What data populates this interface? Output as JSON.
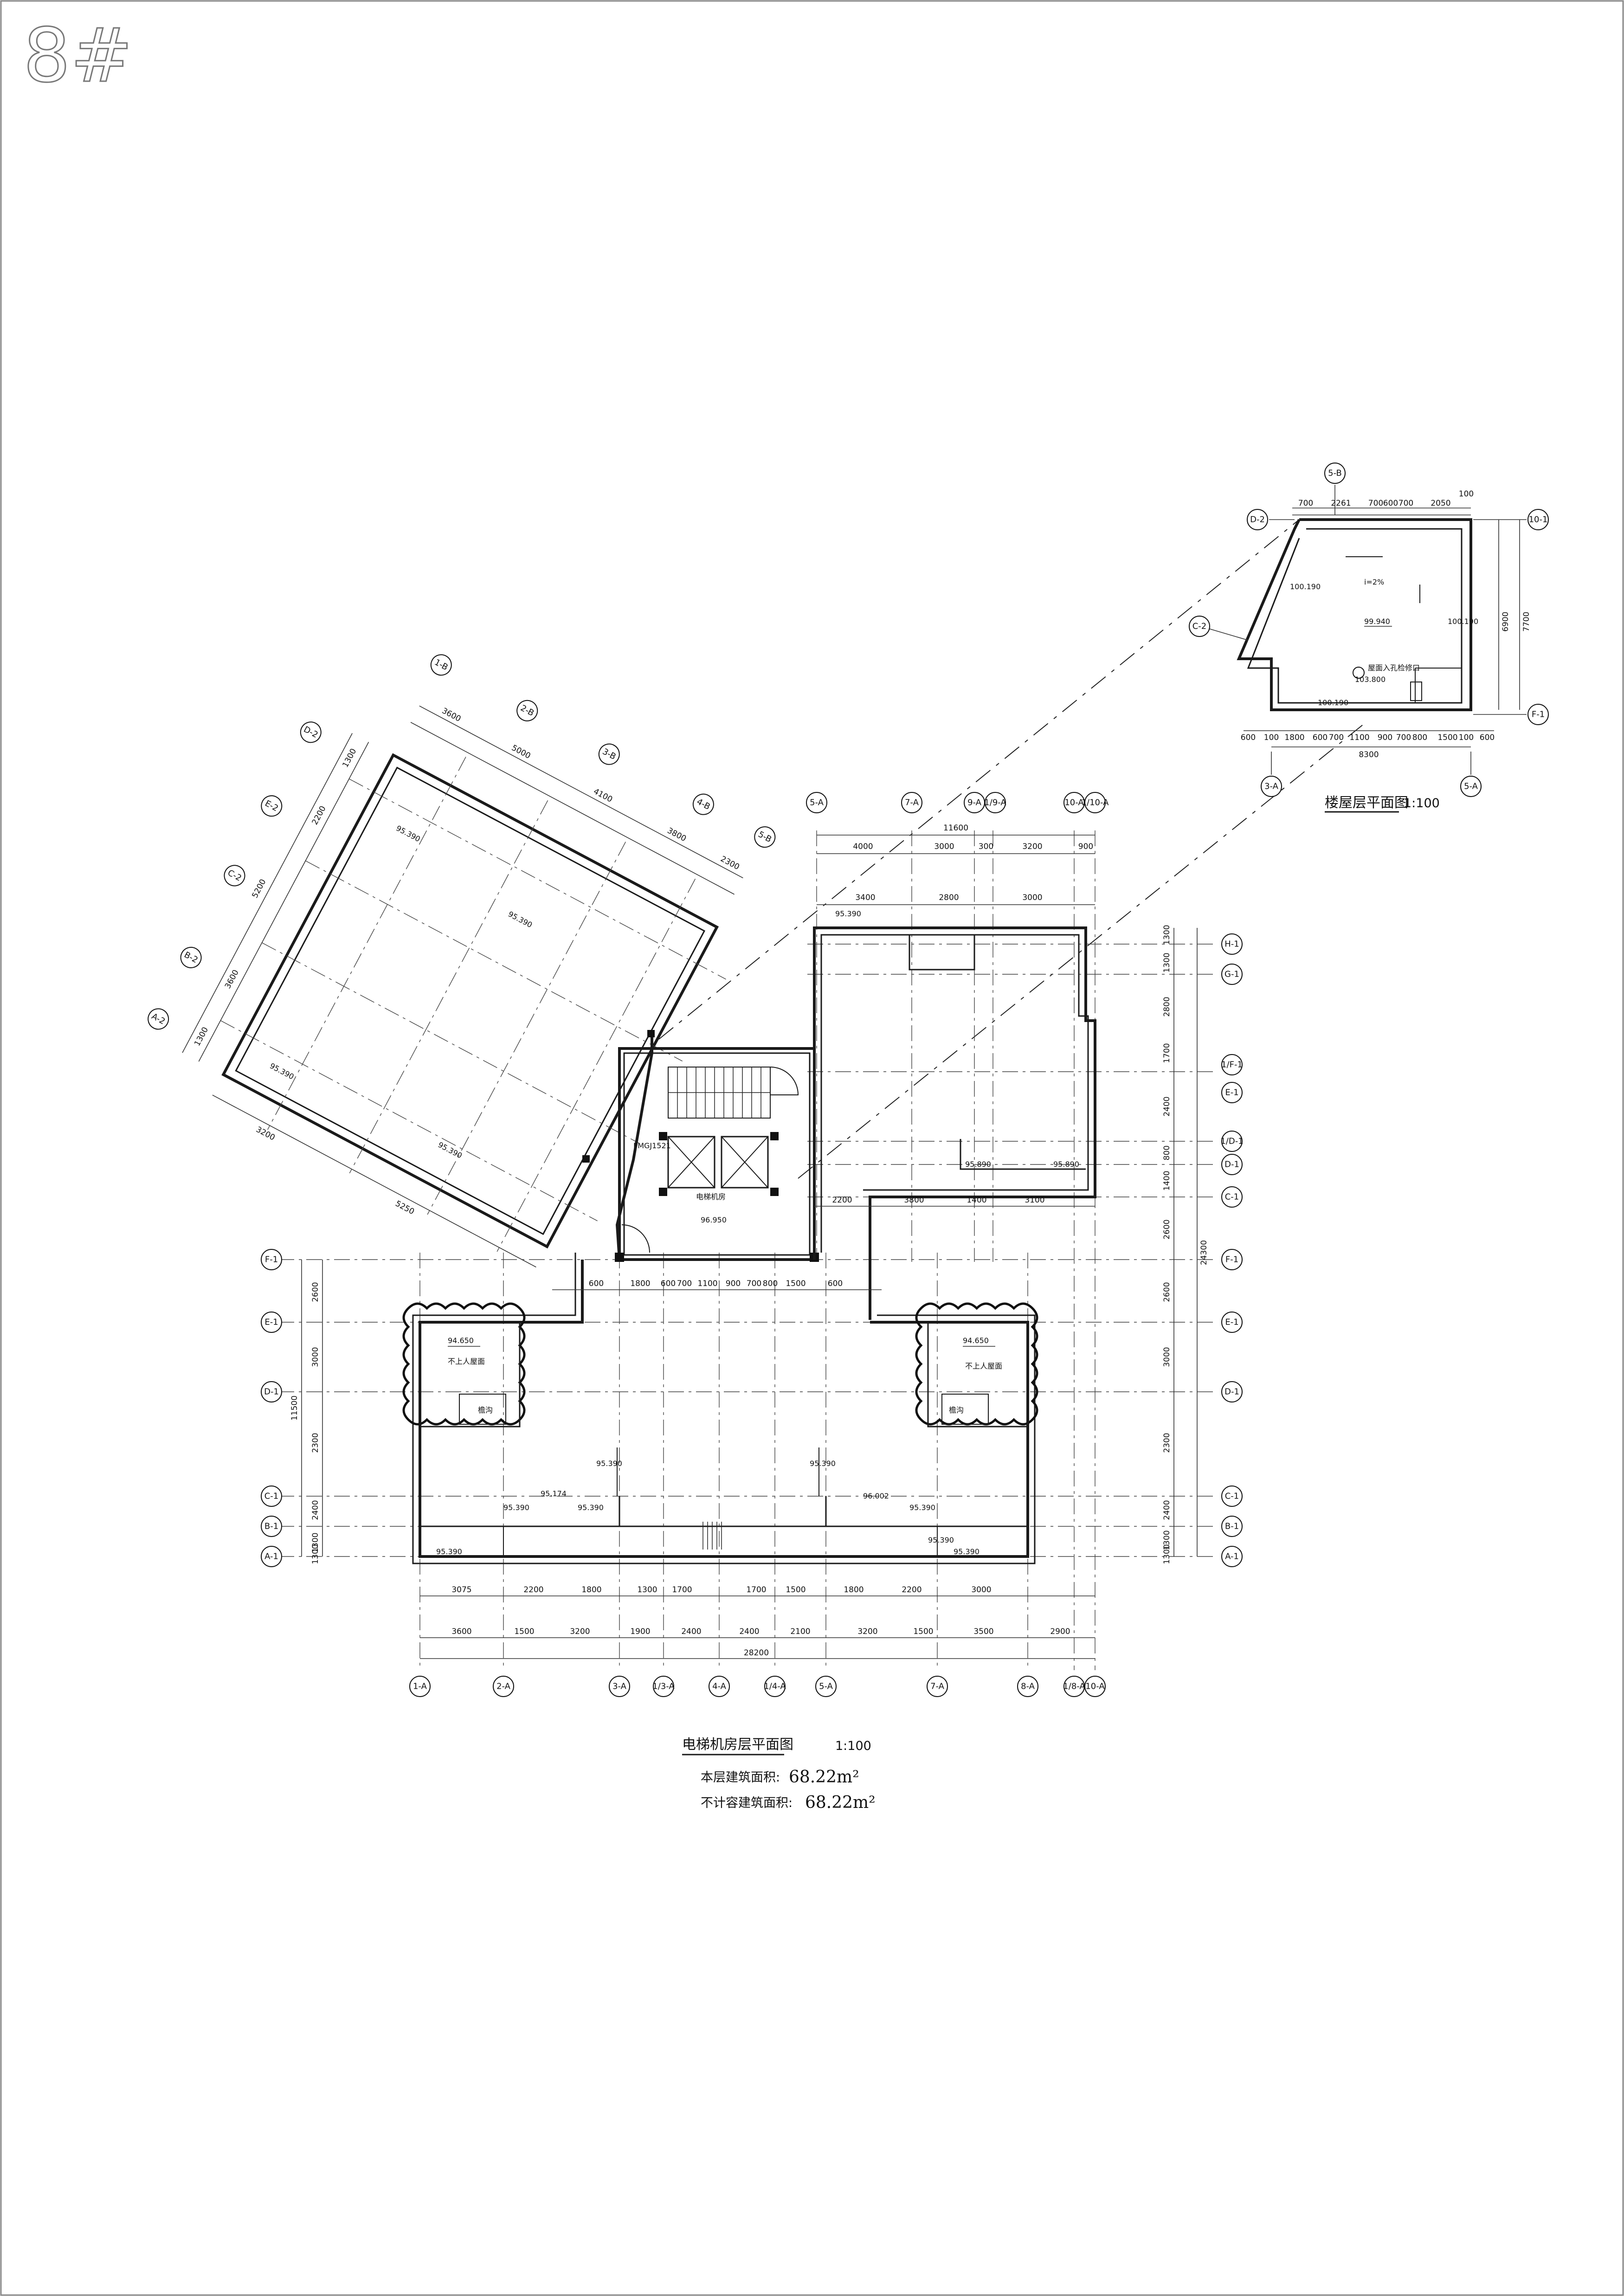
{
  "sheet_number": "8#",
  "main_plan": {
    "title": "电梯机房层平面图",
    "scale": "1:100",
    "area_label": "本层建筑面积:",
    "area_value": "68.22m²",
    "non_far_label": "不计容建筑面积:",
    "non_far_value": "68.22m²",
    "rooms": {
      "machine_room": "电梯机房",
      "left_roof": "不上人屋面",
      "right_roof": "不上人屋面",
      "left_gutter": "檐沟",
      "right_gutter": "檐沟",
      "door_code": "FMGJ1521"
    },
    "bottom_axes": [
      "1-A",
      "2-A",
      "3-A",
      "1/3-A",
      "4-A",
      "1/4-A",
      "5-A",
      "7-A",
      "8-A",
      "1/8-A",
      "10-A"
    ],
    "top_axes": [
      "5-A",
      "7-A",
      "9-A",
      "1/9-A",
      "10-A",
      "1/10-A"
    ],
    "left_axes": [
      "F-1",
      "E-1",
      "D-1",
      "C-1",
      "B-1",
      "A-1"
    ],
    "right_axes": [
      "H-1",
      "G-1",
      "1/F-1",
      "E-1",
      "1/D-1",
      "D-1",
      "C-1",
      "F-1",
      "E-1",
      "D-1",
      "C-1",
      "B-1",
      "A-1"
    ],
    "wing_axes": [
      "1-B",
      "2-B",
      "3-B",
      "4-B",
      "5-B",
      "D-2",
      "E-2",
      "C-2",
      "B-2",
      "A-2"
    ],
    "bottom_dims_row1": [
      "3600",
      "1500",
      "3200",
      "1900",
      "2400",
      "2400",
      "2100",
      "3200",
      "1500",
      "3500",
      "2900"
    ],
    "bottom_total": "28200",
    "bottom_dims_row2": [
      "3075",
      "2200",
      "1800",
      "1300",
      "1700",
      "1700",
      "1500",
      "1800",
      "2200",
      "3000"
    ],
    "top_dims_row1": [
      "4000",
      "3000",
      "300",
      "3200",
      "900"
    ],
    "top_total": "11600",
    "top_dims_row2": [
      "3400",
      "2800",
      "3000"
    ],
    "right_dims": [
      "1300",
      "1300",
      "2800",
      "1700",
      "2400",
      "800",
      "1400",
      "2600",
      "2600",
      "3000",
      "2300",
      "2400",
      "1300",
      "1300"
    ],
    "right_total": "24300",
    "left_dims": [
      "2600",
      "3000",
      "2300",
      "2400",
      "1300",
      "1300"
    ],
    "left_total": "11500",
    "wing_dims": [
      "3600",
      "5000",
      "4100",
      "3800",
      "2300",
      "1300",
      "2200",
      "5200",
      "3600",
      "1300",
      "3200",
      "5250"
    ],
    "core_dims": [
      "600",
      "1800",
      "600",
      "700",
      "1100",
      "900",
      "700",
      "800",
      "1500",
      "600"
    ],
    "lower_right_dims": [
      "2200",
      "3800",
      "1400",
      "3100"
    ],
    "levels": [
      "95.390",
      "95.390",
      "96.950",
      "95.390",
      "94.650",
      "94.650",
      "95.390",
      "95.174",
      "95.390",
      "95.390",
      "95.390",
      "96.002",
      "95.390",
      "95.890",
      "95.890",
      "95.390",
      "95.390",
      "95.390"
    ]
  },
  "stair_roof_plan": {
    "title": "楼屋层平面图",
    "scale": "1:100",
    "axes": [
      "5-B",
      "D-2",
      "C-2",
      "5-A",
      "3-A",
      "10-1",
      "F-1"
    ],
    "top_dims": [
      "700",
      "2261",
      "700",
      "600",
      "700",
      "2050",
      "100"
    ],
    "bottom_dims": [
      "600",
      "100",
      "1800",
      "600",
      "700",
      "1100",
      "900",
      "700",
      "800",
      "1500",
      "100",
      "600"
    ],
    "bottom_total": "8300",
    "right_dims": [
      "6900",
      "7700"
    ],
    "levels": [
      "99.940",
      "100.190",
      "100.190",
      "100.190"
    ],
    "note_slope": "i=2%",
    "note_hatch": "屋面入孔检修口",
    "note_hatch_level": "103.800"
  }
}
